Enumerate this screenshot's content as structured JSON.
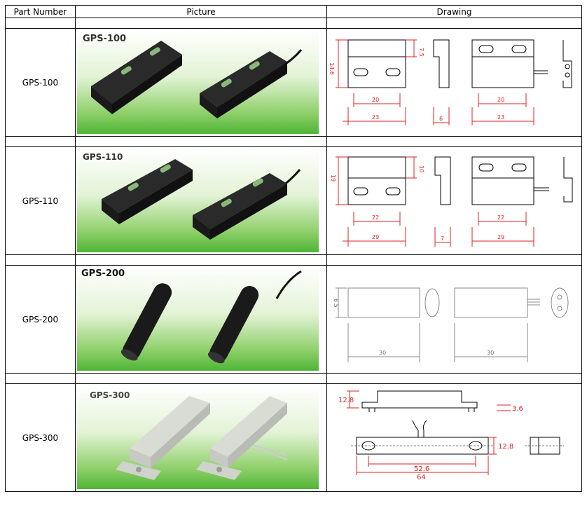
{
  "headers": {
    "part_number": "Part Number",
    "picture": "Picture",
    "drawing": "Drawing"
  },
  "rows": [
    {
      "part": "GPS-100",
      "photo_label": "GPS-100",
      "dims": {
        "height": "14.6",
        "top_offset": "7.5",
        "hole_spacing": "20",
        "length": "23",
        "side_width": "6",
        "hole_spacing_2": "20",
        "length_2": "23"
      }
    },
    {
      "part": "GPS-110",
      "photo_label": "GPS-110",
      "dims": {
        "height": "19",
        "top_offset": "10",
        "hole_spacing": "22",
        "length": "29",
        "side_width": "7",
        "hole_spacing_2": "22",
        "length_2": "29"
      }
    },
    {
      "part": "GPS-200",
      "photo_label": "GPS-200",
      "dims": {
        "diameter": "6.5",
        "length": "30",
        "length_2": "30"
      }
    },
    {
      "part": "GPS-300",
      "photo_label": "GPS-300",
      "dims": {
        "height": "12.8",
        "flange": "3.6",
        "hole_spacing": "52.6",
        "length": "64",
        "height_2": "12.8"
      }
    }
  ],
  "colors": {
    "dimension_red": "#e02020",
    "photo_green": "#3fae2a",
    "magnet_black": "#151515"
  }
}
